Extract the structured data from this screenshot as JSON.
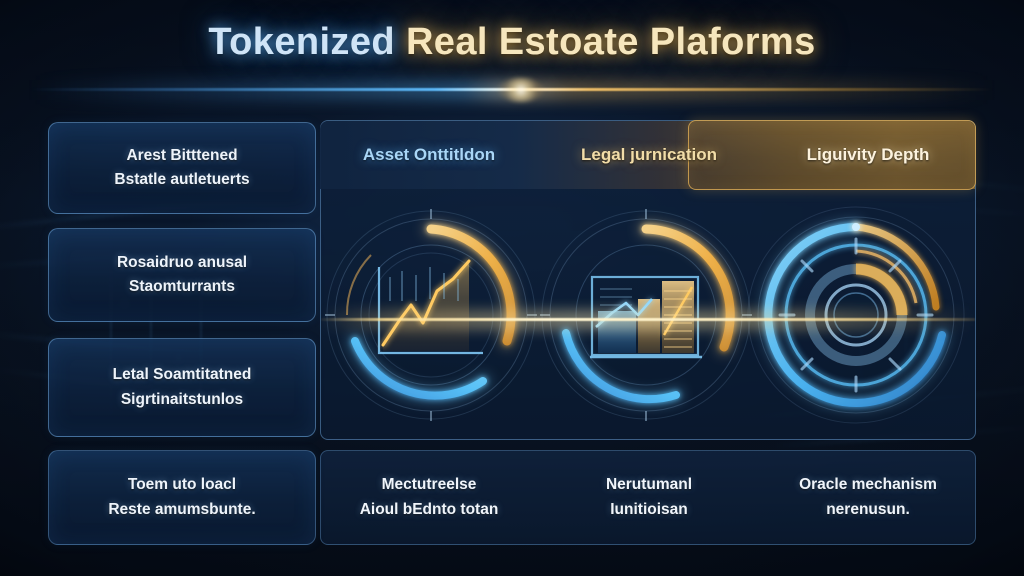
{
  "title": {
    "part_blue": "Tokenized ",
    "part_gold": "Real Estoate Plaforms",
    "color_blue": "#cfe4f7",
    "color_gold": "#f6e6bd"
  },
  "columns": {
    "headers": [
      {
        "label": "Asset Onttitldon",
        "color": "#a9d6f7"
      },
      {
        "label": "Legal jurnication",
        "color": "#f2dda8"
      },
      {
        "label": "Liguivity Depth",
        "color": "#fdf3de"
      }
    ]
  },
  "sidebar": {
    "items": [
      {
        "line1": "Arest Bitttened",
        "line2": "Bstatle autletuerts"
      },
      {
        "line1": "Rosaidruo anusal",
        "line2": "Staomturrants"
      },
      {
        "line1": "Letal Soamtitatned",
        "line2": "Sigrtinaitstunlos"
      },
      {
        "line1": "Toem uto loacl",
        "line2": "Reste amumsbunte."
      }
    ]
  },
  "bottom_row": {
    "cells": [
      {
        "line1": "Mectutreelse",
        "line2": "Aioul bEdnto totan"
      },
      {
        "line1": "Nerutumanl",
        "line2": "Iunitioisan"
      },
      {
        "line1": "Oracle mechanism",
        "line2": "nerenusun."
      }
    ]
  },
  "graphics": {
    "items": [
      {
        "name": "line-chart-hud-dial",
        "icon": "line-chart-icon",
        "arc_top_color": "#f5b342",
        "arc_bottom_color": "#35a8f0"
      },
      {
        "name": "bar-chart-hud-dial",
        "icon": "bar-chart-icon",
        "arc_top_color": "#f5b342",
        "arc_bottom_color": "#35a8f0"
      },
      {
        "name": "concentric-ring-hud-dial",
        "icon": "ring-target-icon",
        "arc_top_color": "#f5b342",
        "arc_bottom_color": "#35a8f0"
      }
    ]
  },
  "theme": {
    "background": "#0a1628",
    "accent_blue": "#35a8f0",
    "accent_gold": "#f5b342",
    "panel_border": "#78afe6"
  }
}
